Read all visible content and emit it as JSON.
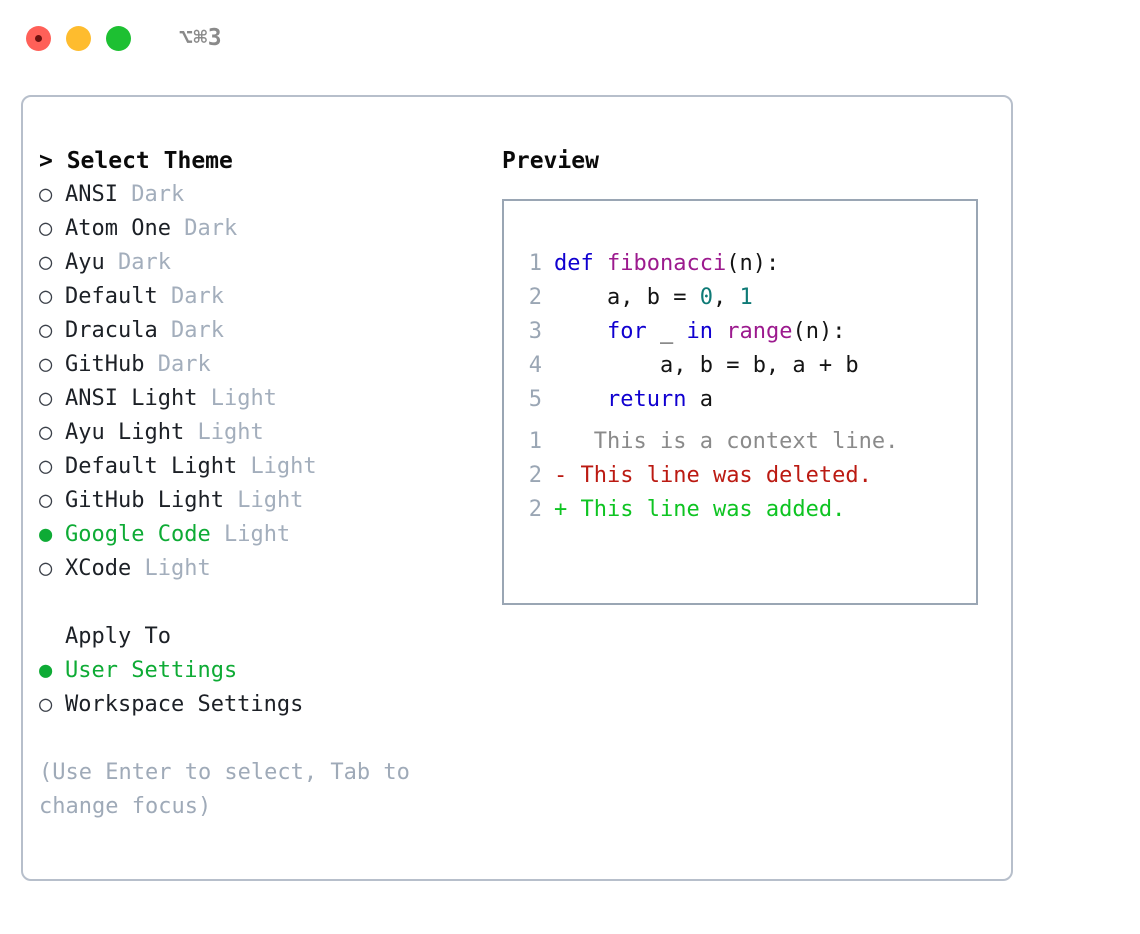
{
  "window": {
    "title": "⌥⌘3",
    "traffic_lights": [
      {
        "name": "close",
        "color": "#ff6058"
      },
      {
        "name": "minimize",
        "color": "#febc2e"
      },
      {
        "name": "maximize",
        "color": "#1dc032"
      }
    ]
  },
  "theme_picker": {
    "header": "> Select Theme",
    "marker_selected": "●",
    "marker_unselected": "○",
    "selected_color": "#0eab35",
    "options": [
      {
        "name": "ANSI",
        "kind": "Dark",
        "selected": false
      },
      {
        "name": "Atom One",
        "kind": "Dark",
        "selected": false
      },
      {
        "name": "Ayu",
        "kind": "Dark",
        "selected": false
      },
      {
        "name": "Default",
        "kind": "Dark",
        "selected": false
      },
      {
        "name": "Dracula",
        "kind": "Dark",
        "selected": false
      },
      {
        "name": "GitHub",
        "kind": "Dark",
        "selected": false
      },
      {
        "name": "ANSI Light",
        "kind": "Light",
        "selected": false
      },
      {
        "name": "Ayu Light",
        "kind": "Light",
        "selected": false
      },
      {
        "name": "Default Light",
        "kind": "Light",
        "selected": false
      },
      {
        "name": "GitHub Light",
        "kind": "Light",
        "selected": false
      },
      {
        "name": "Google Code",
        "kind": "Light",
        "selected": true
      },
      {
        "name": "XCode",
        "kind": "Light",
        "selected": false
      }
    ]
  },
  "apply_to": {
    "header": "Apply To",
    "options": [
      {
        "name": "User Settings",
        "selected": true
      },
      {
        "name": "Workspace Settings",
        "selected": false
      }
    ]
  },
  "hint": "(Use Enter to select, Tab to\nchange focus)",
  "preview": {
    "header": "Preview",
    "code_lines": [
      {
        "no": "1",
        "tokens": [
          {
            "t": "def ",
            "c": "kw"
          },
          {
            "t": "fibonacci",
            "c": "fn"
          },
          {
            "t": "(",
            "c": "pun"
          },
          {
            "t": "n",
            "c": "id"
          },
          {
            "t": "):",
            "c": "pun"
          }
        ]
      },
      {
        "no": "2",
        "tokens": [
          {
            "t": "    a, b ",
            "c": "id"
          },
          {
            "t": "= ",
            "c": "pun"
          },
          {
            "t": "0",
            "c": "num"
          },
          {
            "t": ", ",
            "c": "pun"
          },
          {
            "t": "1",
            "c": "num"
          }
        ]
      },
      {
        "no": "3",
        "tokens": [
          {
            "t": "    ",
            "c": "id"
          },
          {
            "t": "for",
            "c": "kw"
          },
          {
            "t": " _ ",
            "c": "id"
          },
          {
            "t": "in",
            "c": "kw"
          },
          {
            "t": " ",
            "c": "id"
          },
          {
            "t": "range",
            "c": "fn"
          },
          {
            "t": "(",
            "c": "pun"
          },
          {
            "t": "n",
            "c": "id"
          },
          {
            "t": "):",
            "c": "pun"
          }
        ]
      },
      {
        "no": "4",
        "tokens": [
          {
            "t": "        a, b ",
            "c": "id"
          },
          {
            "t": "= ",
            "c": "pun"
          },
          {
            "t": "b, a ",
            "c": "id"
          },
          {
            "t": "+ ",
            "c": "pun"
          },
          {
            "t": "b",
            "c": "id"
          }
        ]
      },
      {
        "no": "5",
        "tokens": [
          {
            "t": "    ",
            "c": "id"
          },
          {
            "t": "return",
            "c": "kw"
          },
          {
            "t": " a",
            "c": "id"
          }
        ]
      }
    ],
    "diff_lines": [
      {
        "no": "1",
        "marker": " ",
        "text": "  This is a context line.",
        "kind": "ctx"
      },
      {
        "no": "2",
        "marker": "-",
        "text": " This line was deleted.",
        "kind": "del"
      },
      {
        "no": "2",
        "marker": "+",
        "text": " This line was added.",
        "kind": "add"
      }
    ],
    "colors": {
      "keyword": "#1000d0",
      "function": "#9c1a8e",
      "number": "#0e7a76",
      "punctuation": "#141414",
      "line_number": "#9aa6b4",
      "diff_context": "#8a8a8a",
      "diff_deleted": "#bb1a12",
      "diff_added": "#0ec422"
    }
  }
}
